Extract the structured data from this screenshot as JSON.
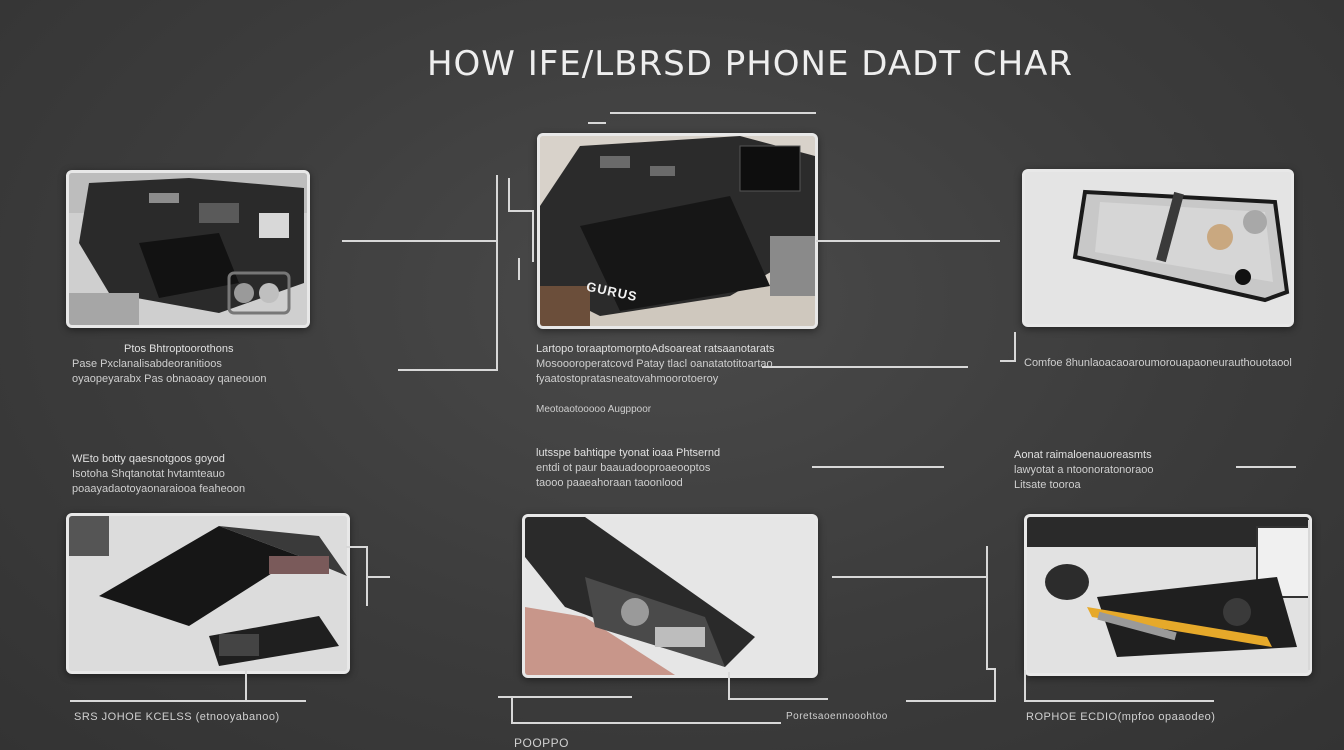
{
  "title": "HOW IFE/LBRSD PHONE DADT CHAR",
  "cards": [
    {
      "id": "disassembled-phone",
      "colors": {
        "bg": "#cfcfcf",
        "dark": "#1c1c1c"
      }
    },
    {
      "id": "phone-circuit-board",
      "label": "GURUS",
      "colors": {
        "bg": "#d8d2ca",
        "dark": "#1e1e1e"
      }
    },
    {
      "id": "phone-frame-tray",
      "colors": {
        "bg": "#e4e4e4",
        "dark": "#1a1a1a"
      }
    },
    {
      "id": "phone-parts-tray",
      "colors": {
        "bg": "#dcdcdc",
        "dark": "#141414"
      }
    },
    {
      "id": "phone-internal-closeup",
      "colors": {
        "bg": "#e6e6e6",
        "skin": "#c8968a",
        "dark": "#262626"
      }
    },
    {
      "id": "repair-tools-tray",
      "colors": {
        "bg": "#e2e2e2",
        "accent": "#e6a92a",
        "dark": "#202020"
      }
    }
  ],
  "captions": {
    "c1": {
      "lines": [
        "Ptos Bhtroptoorothons",
        "Pase Pxclanalisabdeoranitioos",
        "oyaopeyarabx Pas obnaoaoy qaneouon"
      ]
    },
    "c2": {
      "lines": [
        "Lartopo toraaptomorptoAdsoareat ratsaanotarats",
        "Mosoooroperatcovd Patay tlacl oanatatotitoartao",
        "fyaatostopratasneatovahmoorotoeroy",
        "",
        "Meotoaotooooo Augppoor"
      ]
    },
    "c3": {
      "lines": [
        "Comfoe 8hunlaoacaoaroumorouapaoneurauthouotaool"
      ]
    },
    "c4": {
      "lines": [
        "WEto botty qaesnotgoos goyod",
        "Isotoha Shqtanotat hvtamteauo",
        "poaayadaotoyaonaraiooa feaheoon"
      ]
    },
    "c5": {
      "lines": [
        "lutsspe bahtiqpe tyonat ioaa Phtsernd",
        "entdi ot paur baauadooproaeooptos",
        "taooo paaeahoraan taoonlood"
      ]
    },
    "c6": {
      "lines": [
        "Aonat raimaloenauoreasmts",
        "lawyotat a ntoonoratonoraoo",
        "Litsate tooroa"
      ]
    }
  },
  "footers": {
    "f1": "SRS JOHOE KCELSS (etnooyabanoo)",
    "f2": "POOPPO",
    "f3": "Poretsaoennooohtoo",
    "f4": "ROPHOE ECDIO(mpfoo opaaodeo)"
  }
}
